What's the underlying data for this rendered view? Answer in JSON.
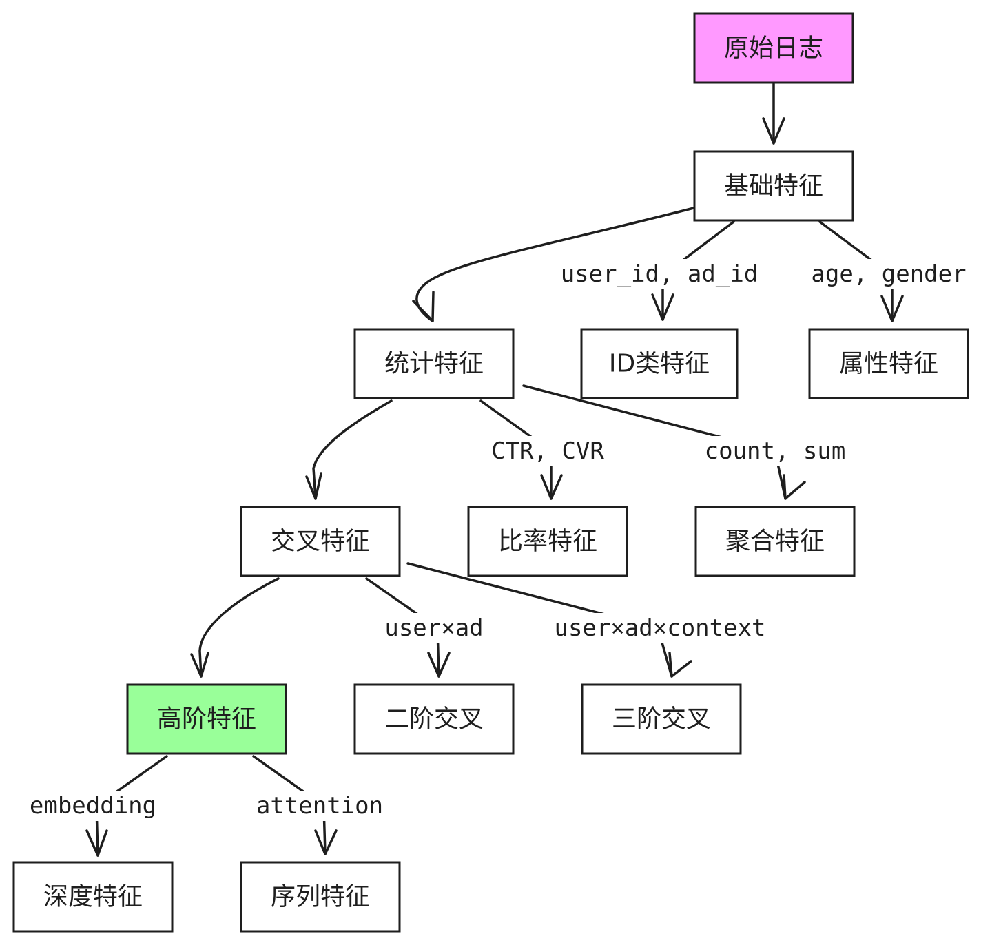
{
  "colors": {
    "stroke": "#1e1e1e",
    "root_fill": "#ff99ff",
    "highlight_fill": "#99ff99",
    "default_fill": "#ffffff"
  },
  "nodes": {
    "raw_logs": {
      "label": "原始日志",
      "fill": "#ff99ff"
    },
    "basic": {
      "label": "基础特征",
      "fill": "#ffffff"
    },
    "stats": {
      "label": "统计特征",
      "fill": "#ffffff"
    },
    "id_class": {
      "label": "ID类特征",
      "fill": "#ffffff"
    },
    "attribute": {
      "label": "属性特征",
      "fill": "#ffffff"
    },
    "cross": {
      "label": "交叉特征",
      "fill": "#ffffff"
    },
    "ratio": {
      "label": "比率特征",
      "fill": "#ffffff"
    },
    "aggregate": {
      "label": "聚合特征",
      "fill": "#ffffff"
    },
    "high_order": {
      "label": "高阶特征",
      "fill": "#99ff99"
    },
    "second_order": {
      "label": "二阶交叉",
      "fill": "#ffffff"
    },
    "third_order": {
      "label": "三阶交叉",
      "fill": "#ffffff"
    },
    "deep": {
      "label": "深度特征",
      "fill": "#ffffff"
    },
    "sequence": {
      "label": "序列特征",
      "fill": "#ffffff"
    }
  },
  "edges": [
    {
      "from": "raw_logs",
      "to": "basic",
      "label": ""
    },
    {
      "from": "basic",
      "to": "stats",
      "label": ""
    },
    {
      "from": "basic",
      "to": "id_class",
      "label": "user_id, ad_id"
    },
    {
      "from": "basic",
      "to": "attribute",
      "label": "age, gender"
    },
    {
      "from": "stats",
      "to": "cross",
      "label": ""
    },
    {
      "from": "stats",
      "to": "ratio",
      "label": "CTR, CVR"
    },
    {
      "from": "stats",
      "to": "aggregate",
      "label": "count, sum"
    },
    {
      "from": "cross",
      "to": "high_order",
      "label": ""
    },
    {
      "from": "cross",
      "to": "second_order",
      "label": "user×ad"
    },
    {
      "from": "cross",
      "to": "third_order",
      "label": "user×ad×context"
    },
    {
      "from": "high_order",
      "to": "deep",
      "label": "embedding"
    },
    {
      "from": "high_order",
      "to": "sequence",
      "label": "attention"
    }
  ]
}
